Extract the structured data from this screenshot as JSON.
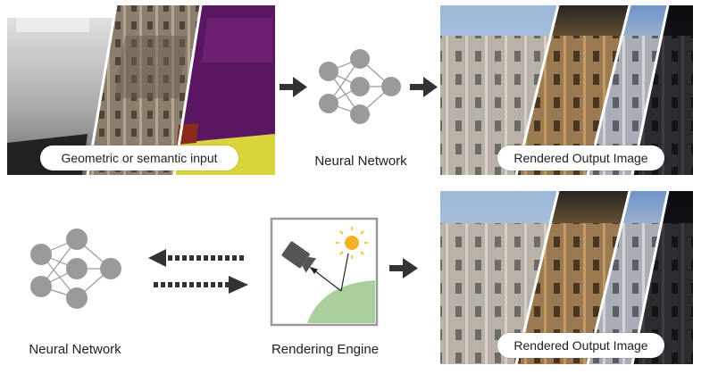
{
  "top_row": {
    "input_label": "Geometric or semantic input",
    "network_label": "Neural Network",
    "output_label": "Rendered Output Image"
  },
  "bottom_row": {
    "network_label": "Neural Network",
    "engine_label": "Rendering Engine",
    "output_label": "Rendered Output Image"
  },
  "colors": {
    "node": "#9a9a9a",
    "arrow": "#333333",
    "sun": "#f5b324",
    "hill": "#a9cf9c",
    "segmentation_purple": "#5a1660",
    "segmentation_yellow": "#d8d43a"
  },
  "icons": [
    "camera-icon",
    "sun-icon"
  ]
}
